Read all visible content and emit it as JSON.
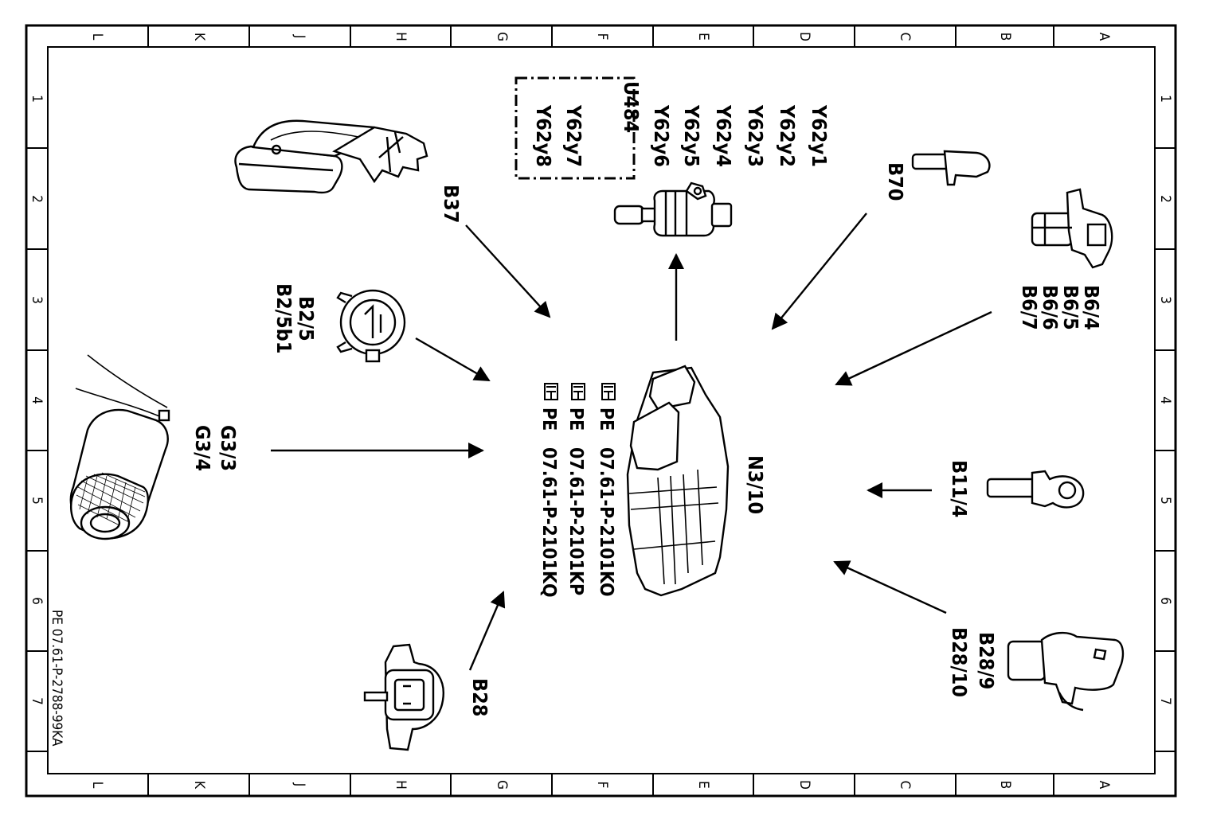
{
  "grid": {
    "columns": [
      "L",
      "K",
      "J",
      "H",
      "G",
      "F",
      "E",
      "D",
      "C",
      "B",
      "A"
    ],
    "rows": [
      "1",
      "2",
      "3",
      "4",
      "5",
      "6",
      "7"
    ]
  },
  "components": {
    "accelerator_pedal": "B37",
    "injector_labels": [
      "Y62y1",
      "Y62y2",
      "Y62y3",
      "Y62y4",
      "Y62y5",
      "Y62y6"
    ],
    "injector_box": [
      "U484",
      "Y62y7",
      "Y62y8"
    ],
    "camshaft_sensor": "B70",
    "temp_sensors": [
      "B6/4",
      "B6/5",
      "B6/6",
      "B6/7"
    ],
    "coolant_sensor": [
      "B2/5",
      "B2/5b1"
    ],
    "oxygen_sensors": [
      "G3/3",
      "G3/4"
    ],
    "control_unit": "N3/10",
    "temp_sensor_b11": "B11/4",
    "pressure_sensors": [
      "B28/9",
      "B28/10"
    ],
    "pressure_sensor_b28": "B28"
  },
  "references": [
    {
      "prefix": "PE",
      "code": "07.61-P-2101KO"
    },
    {
      "prefix": "PE",
      "code": "07.61-P-2101KP"
    },
    {
      "prefix": "PE",
      "code": "07.61-P-2101KQ"
    }
  ],
  "document_id": "PE 07.61-P-2788-99KA"
}
